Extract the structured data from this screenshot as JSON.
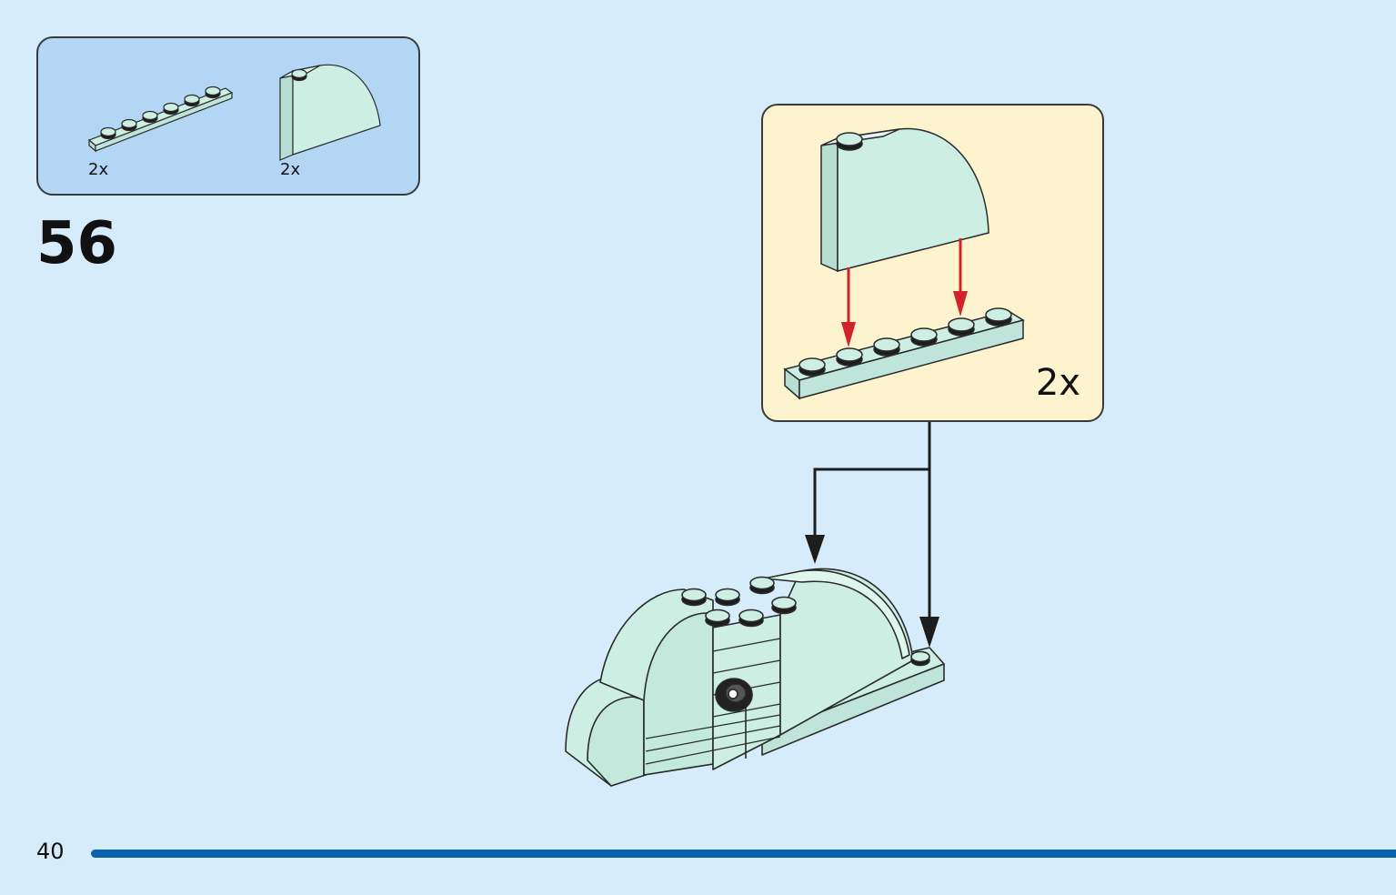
{
  "step": {
    "number": "56"
  },
  "parts_list": {
    "items": [
      {
        "name": "plate-1x6-icon",
        "qty": "2x"
      },
      {
        "name": "curved-slope-brick-icon",
        "qty": "2x"
      }
    ]
  },
  "sub_assembly": {
    "qty": "2x"
  },
  "colors": {
    "background": "#d6ecfb",
    "parts_box": "#b3d6f5",
    "sub_box": "#fdf4cf",
    "brick": "#cdeee3",
    "arrow_red": "#d2232a",
    "page_bar": "#0a63b0"
  },
  "footer": {
    "page_number": "40"
  }
}
